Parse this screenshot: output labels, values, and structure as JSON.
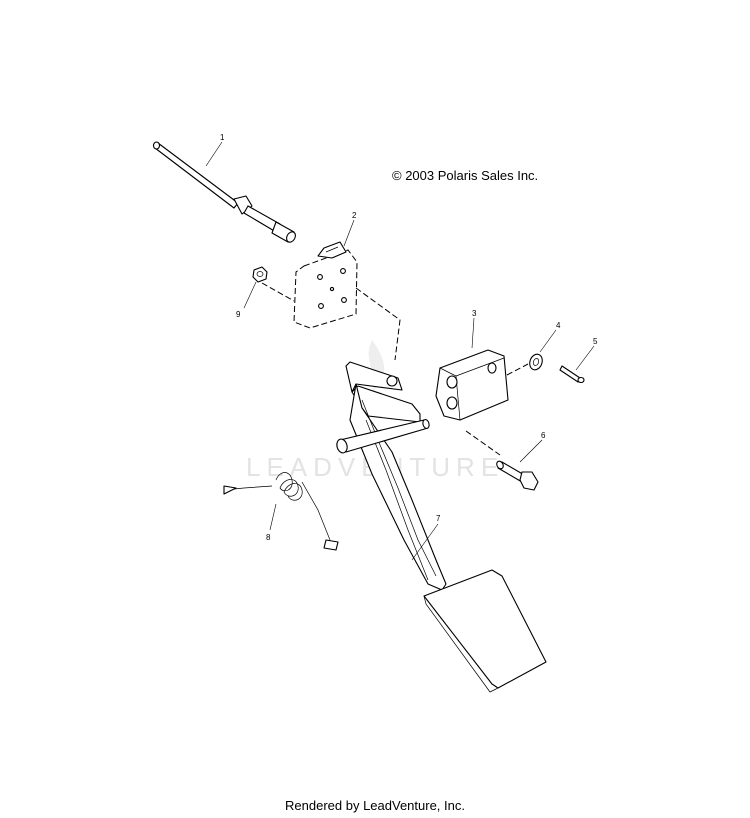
{
  "copyright": "© 2003 Polaris Sales Inc.",
  "footer": "Rendered by LeadVenture, Inc.",
  "watermark": "LEADVENTURE",
  "callouts": {
    "p1": "1",
    "p2": "2",
    "p3": "3",
    "p4": "4",
    "p5": "5",
    "p6": "6",
    "p7": "7",
    "p8": "8",
    "p9": "9"
  }
}
